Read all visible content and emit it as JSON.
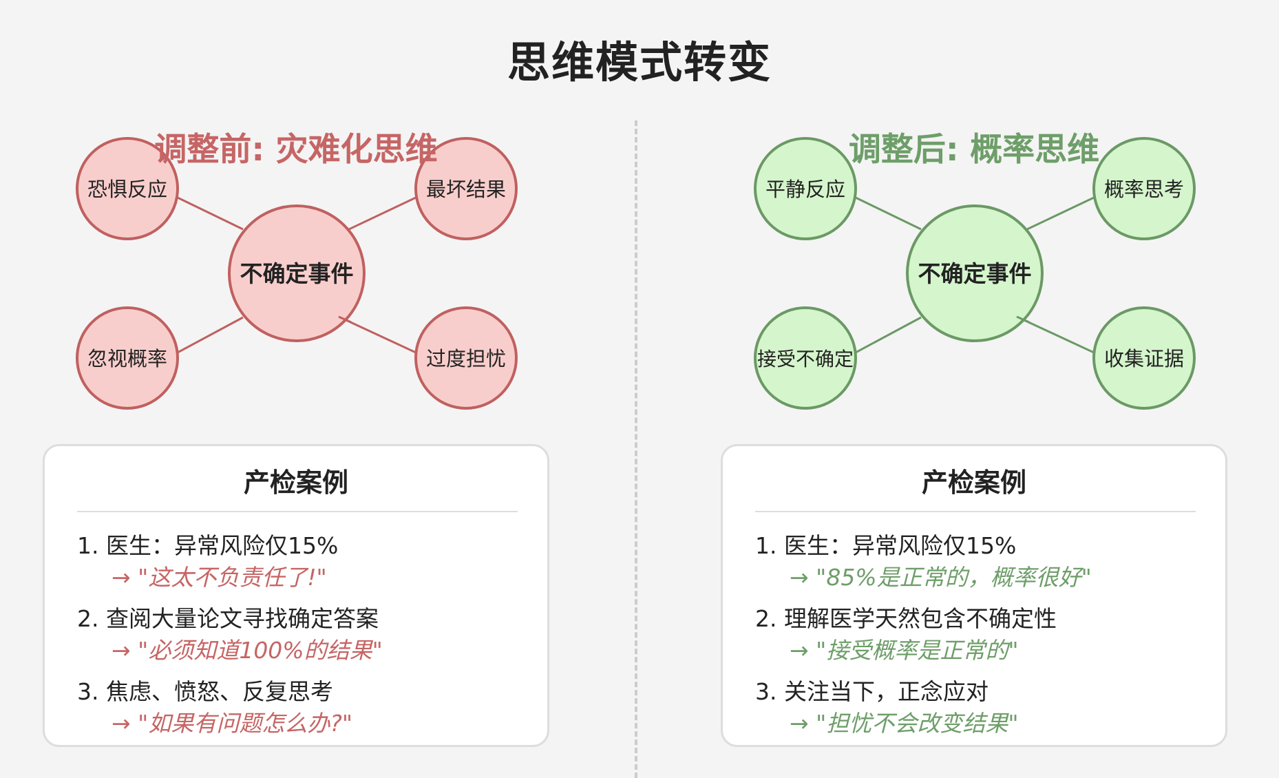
{
  "title": "思维模式转变",
  "colors": {
    "negative_fill": "#f8cecc",
    "negative_stroke": "#c06060",
    "negative_text": "#c66565",
    "positive_fill": "#d5f5cc",
    "positive_stroke": "#6b9965",
    "positive_text": "#6e9e69"
  },
  "before": {
    "title": "调整前: 灾难化思维",
    "center": "不确定事件",
    "nodes": [
      "恐惧反应",
      "最坏结果",
      "忽视概率",
      "过度担忧"
    ],
    "case": {
      "title": "产检案例",
      "items": [
        {
          "text": "1. 医生：异常风险仅15%",
          "reply": "→ \"这太不负责任了!\""
        },
        {
          "text": "2. 查阅大量论文寻找确定答案",
          "reply": "→ \"必须知道100%的结果\""
        },
        {
          "text": "3. 焦虑、愤怒、反复思考",
          "reply": "→ \"如果有问题怎么办?\""
        }
      ]
    }
  },
  "after": {
    "title": "调整后: 概率思维",
    "center": "不确定事件",
    "nodes": [
      "平静反应",
      "概率思考",
      "接受不确定",
      "收集证据"
    ],
    "case": {
      "title": "产检案例",
      "items": [
        {
          "text": "1. 医生：异常风险仅15%",
          "reply": "→ \"85%是正常的，概率很好\""
        },
        {
          "text": "2. 理解医学天然包含不确定性",
          "reply": "→ \"接受概率是正常的\""
        },
        {
          "text": "3. 关注当下，正念应对",
          "reply": "→ \"担忧不会改变结果\""
        }
      ]
    }
  }
}
